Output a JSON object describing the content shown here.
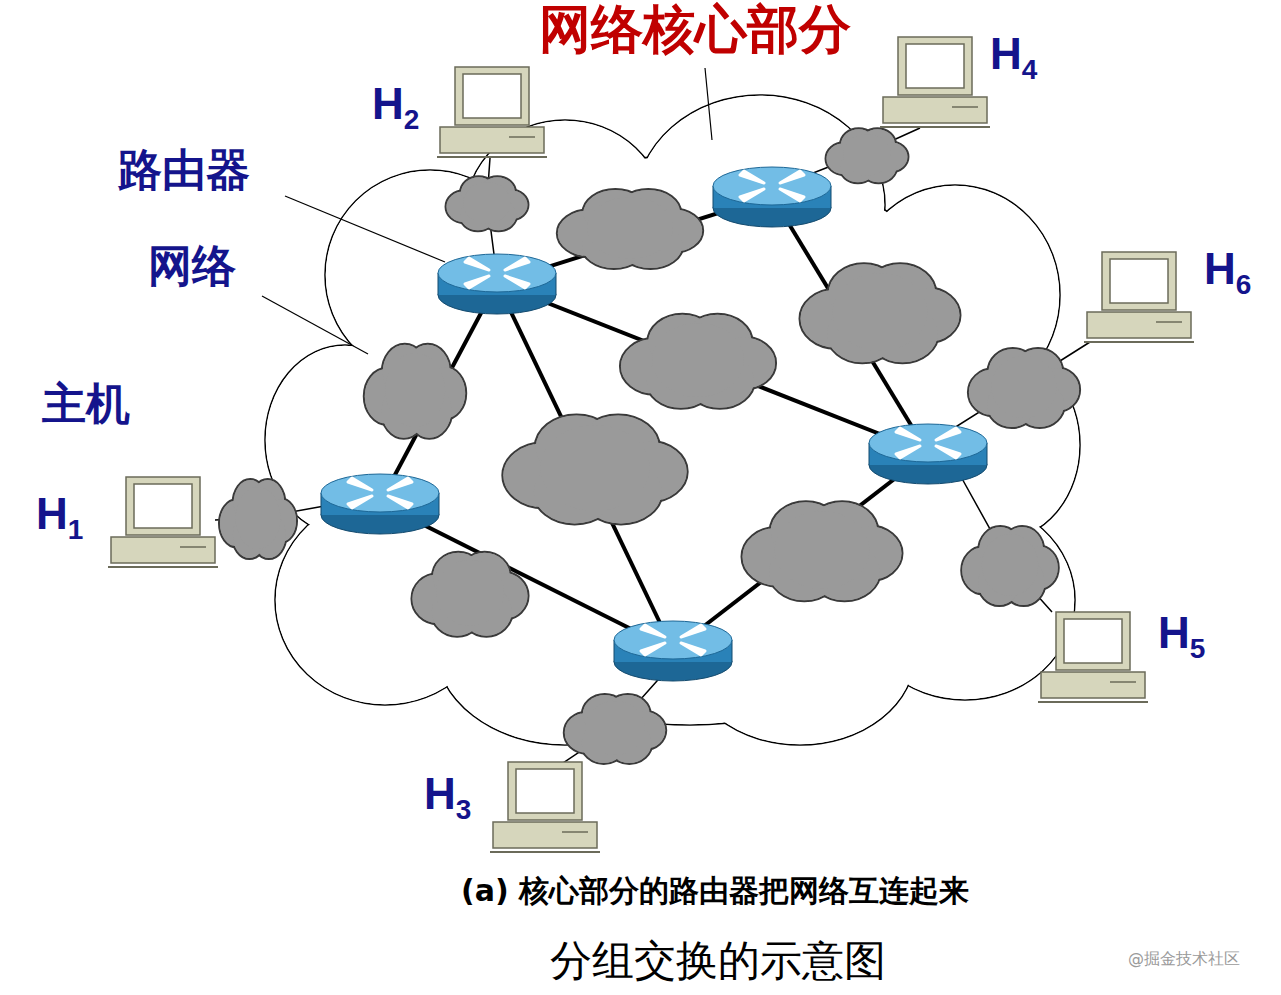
{
  "diagram": {
    "title": "网络核心部分",
    "caption": "(a) 核心部分的路由器把网络互连起来",
    "nodes": [
      {
        "text": [
          "H1"
        ]
      },
      {
        "text": [
          "H2"
        ]
      },
      {
        "text": [
          "H3"
        ]
      },
      {
        "text": [
          "H4"
        ]
      },
      {
        "text": [
          "H5"
        ]
      },
      {
        "text": [
          "H6"
        ]
      }
    ],
    "labels": [
      "路由器",
      "网络",
      "主机",
      "分组交换的示意图",
      "@掘金技术社区"
    ]
  }
}
